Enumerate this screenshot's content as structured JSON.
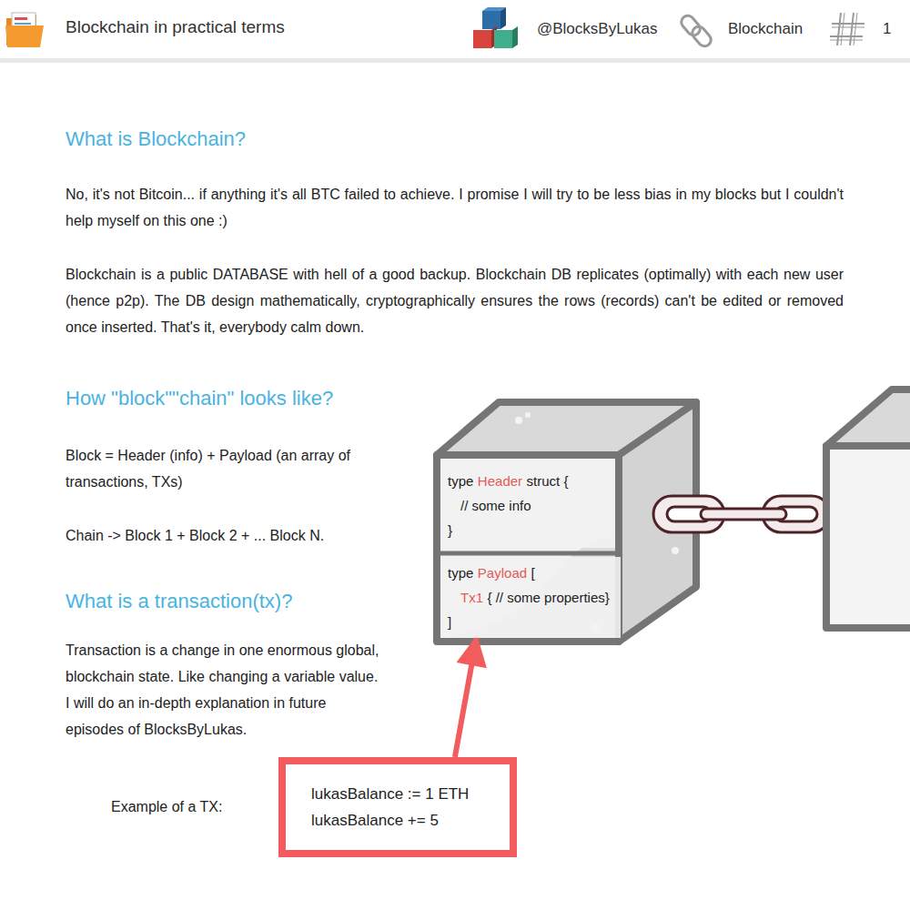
{
  "diagram": {
    "title": "Blockchain in practical terms",
    "nodes": [
      {
        "text": [
          "type",
          "Header",
          "struct {",
          "// some info",
          "}"
        ]
      },
      {
        "text": [
          "type",
          "Payload",
          "[",
          "Tx1",
          "{ // some properties}",
          "]"
        ]
      },
      {
        "text": [
          "lukasBalance := 1 ETH",
          "lukasBalance += 5"
        ]
      }
    ],
    "edges": [
      {
        "from": 2,
        "to": 1,
        "arrow": "to"
      }
    ],
    "labels": [
      "@BlocksByLukas",
      "Blockchain",
      "1",
      "What is Blockchain?",
      "No, it's not Bitcoin... if anything it's all BTC failed to achieve. I promise I will try to be less bias in my blocks but I couldn't help myself on this one :)",
      "Blockchain is a public DATABASE with hell of a good backup. Blockchain DB replicates (optimally) with each new user (hence p2p). The DB design mathematically, cryptographically ensures the rows (records) can't be edited or removed once inserted. That's it, everybody calm down.",
      "How \"block\"\"chain\" looks like?",
      "Block = Header (info) + Payload (an array of transactions, TXs)",
      "Chain -> Block 1 + Block 2 + ... Block N.",
      "What is a transaction(tx)?",
      "Transaction is a change in one enormous global, blockchain state. Like changing a variable value. I will do an in-depth explanation in future episodes of BlocksByLukas.",
      "Example of a TX:"
    ]
  }
}
